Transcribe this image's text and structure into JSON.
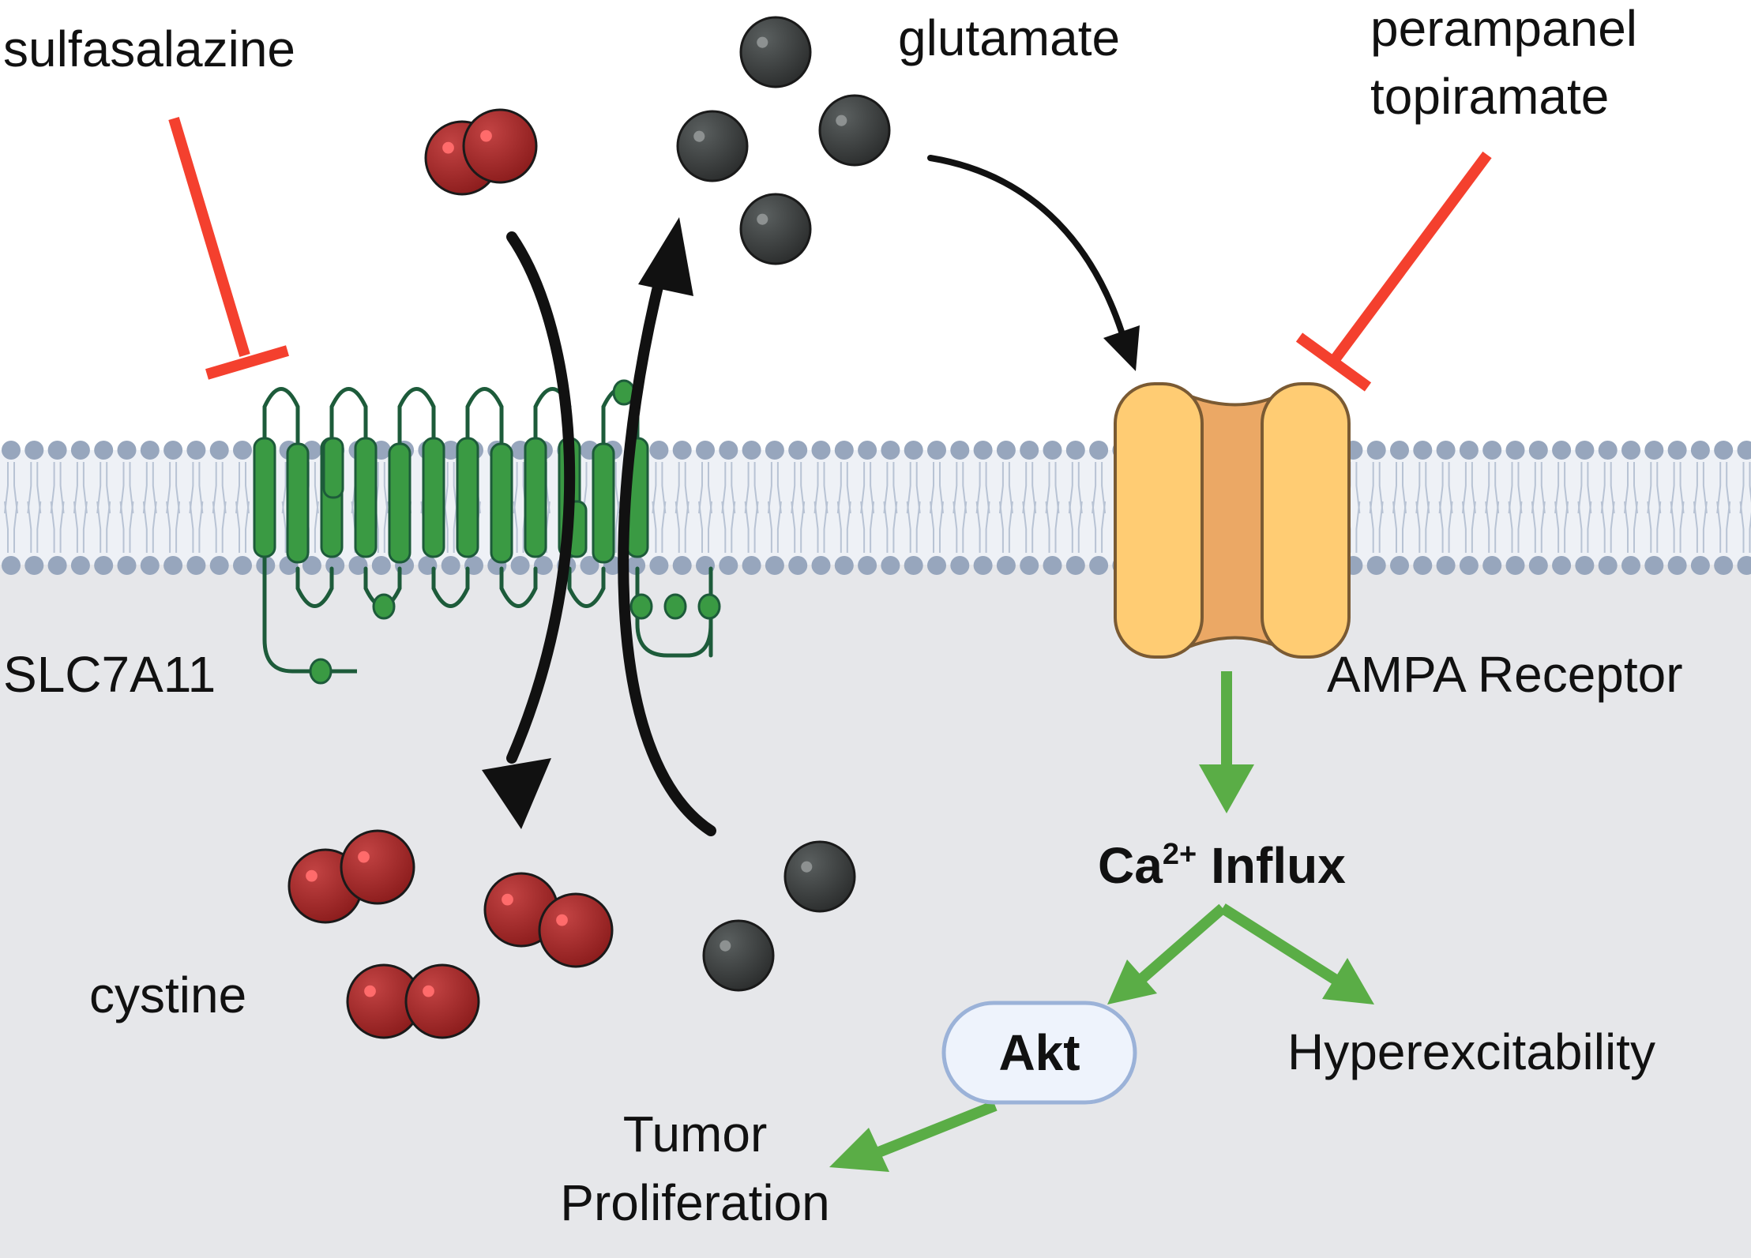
{
  "labels": {
    "sulfasalazine": "sulfasalazine",
    "glutamate": "glutamate",
    "perampanel": "perampanel",
    "topiramate": "topiramate",
    "slc7a11": "SLC7A11",
    "ampa_receptor": "AMPA Receptor",
    "ca_base": "Ca",
    "ca_sup": "2+",
    "influx": "Influx",
    "akt": "Akt",
    "hyperexcitability": "Hyperexcitability",
    "tumor": "Tumor",
    "proliferation": "Proliferation",
    "cystine": "cystine"
  },
  "colors": {
    "extracellular": "#ffffff",
    "intracellular": "#e6e7ea",
    "lipid_head": "#97a6bd",
    "lipid_tail": "#b8c3d4",
    "transporter": "#3a9a43",
    "transporter_dark": "#1d5b3a",
    "inhibitor": "#f4402e",
    "activation": "#5aad46",
    "transport_arrow": "#111111",
    "cystine": "#a52a2a",
    "glutamate": "#3a3d3d",
    "receptor_outer": "#ffcc73",
    "receptor_inner": "#eba865",
    "akt_fill": "#eef3fc",
    "akt_border": "#9bb2d8"
  }
}
